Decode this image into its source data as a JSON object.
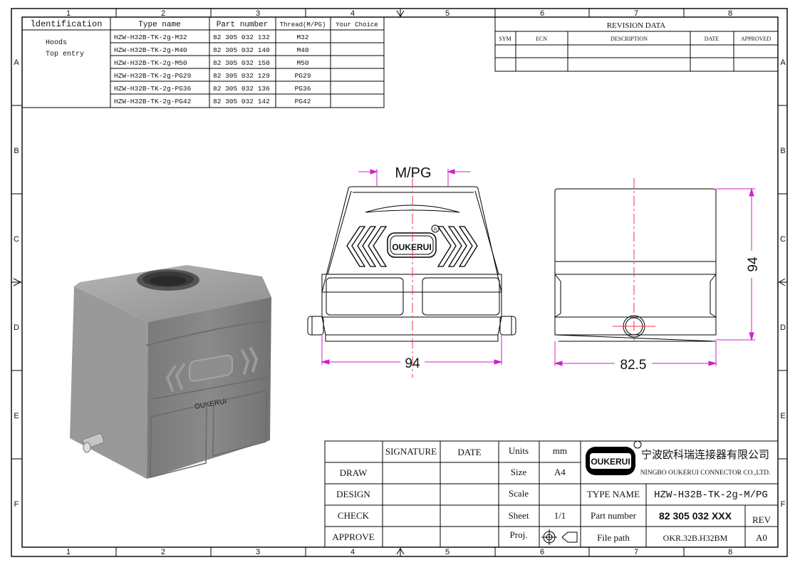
{
  "border": {
    "columns": [
      "1",
      "2",
      "3",
      "4",
      "5",
      "6",
      "7",
      "8"
    ],
    "rows": [
      "A",
      "B",
      "C",
      "D",
      "E",
      "F"
    ]
  },
  "id_table": {
    "headers": [
      "ldentification",
      "Type name",
      "Part number",
      "Thread(M/PG)",
      "Your Choice"
    ],
    "identification": [
      "Hoods",
      "Top entry"
    ],
    "rows": [
      [
        "HZW-H32B-TK-2g-M32",
        "82 305 032 132",
        "M32",
        ""
      ],
      [
        "HZW-H32B-TK-2g-M40",
        "82 305 032 140",
        "M40",
        ""
      ],
      [
        "HZW-H32B-TK-2g-M50",
        "82 305 032 150",
        "M50",
        ""
      ],
      [
        "HZW-H32B-TK-2g-PG29",
        "82 305 032 129",
        "PG29",
        ""
      ],
      [
        "HZW-H32B-TK-2g-PG36",
        "82 305 032 136",
        "PG36",
        ""
      ],
      [
        "HZW-H32B-TK-2g-PG42",
        "82 305 032 142",
        "PG42",
        ""
      ]
    ]
  },
  "revision": {
    "title": "REVISION   DATA",
    "headers": [
      "SYM",
      "ECN",
      "DESCRIPTION",
      "DATE",
      "APPROVED"
    ]
  },
  "drawing": {
    "thread_label": "M/PG",
    "front_width": "94",
    "side_width": "82.5",
    "height": "94",
    "logo_text": "OUKERUI",
    "registered_mark": "R"
  },
  "title_block": {
    "signature": "SIGNATURE",
    "date": "DATE",
    "rows": [
      "DRAW",
      "DESIGN",
      "CHECK",
      "APPROVE"
    ],
    "units_label": "Units",
    "units_value": "mm",
    "size_label": "Size",
    "size_value": "A4",
    "scale_label": "Scale",
    "scale_value": "",
    "sheet_label": "Sheet",
    "sheet_value": "1/1",
    "proj_label": "Proj.",
    "company_cn": "宁波欧科瑞连接器有限公司",
    "company_en": "NINGBO OUKERUI CONNECTOR CO.,LTD.",
    "logo_text": "OUKERUI",
    "type_name_label": "TYPE NAME",
    "type_name_value": "HZW-H32B-TK-2g-M/PG",
    "part_number_label": "Part number",
    "part_number_value": "82 305 032 XXX",
    "rev_label": "REV",
    "file_path_label": "File path",
    "file_path_value": "OKR.32B.H32BM",
    "rev_value": "A0"
  }
}
